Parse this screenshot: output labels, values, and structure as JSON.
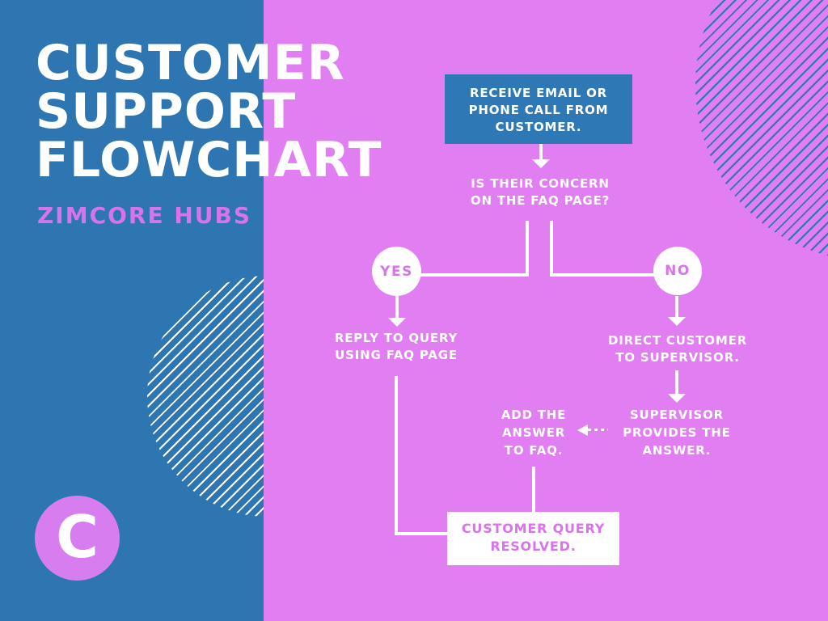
{
  "title": {
    "lines": [
      "CUSTOMER",
      "SUPPORT",
      "FLOWCHART"
    ],
    "subtitle": "ZIMCORE HUBS"
  },
  "logo": {
    "letter": "C"
  },
  "colors": {
    "blue_panel": "#2d76b1",
    "blue_node": "#2e79b5",
    "pink_background": "#e07ef2",
    "violet_text": "#d873ec",
    "logo_circle": "#d87df0",
    "line_white": "#ffffff"
  },
  "flowchart": {
    "receive": {
      "lines": [
        "RECEIVE EMAIL OR",
        "PHONE CALL FROM",
        "CUSTOMER."
      ]
    },
    "question": {
      "lines": [
        "IS THEIR CONCERN",
        "ON THE FAQ PAGE?"
      ]
    },
    "yes_label": "YES",
    "no_label": "NO",
    "reply": {
      "lines": [
        "REPLY TO QUERY",
        "USING FAQ PAGE"
      ]
    },
    "direct": {
      "lines": [
        "DIRECT CUSTOMER",
        "TO SUPERVISOR."
      ]
    },
    "supervisor": {
      "lines": [
        "SUPERVISOR",
        "PROVIDES THE",
        "ANSWER."
      ]
    },
    "add": {
      "lines": [
        "ADD THE",
        "ANSWER",
        "TO FAQ."
      ]
    },
    "resolved": {
      "lines": [
        "CUSTOMER QUERY",
        "RESOLVED."
      ]
    }
  }
}
